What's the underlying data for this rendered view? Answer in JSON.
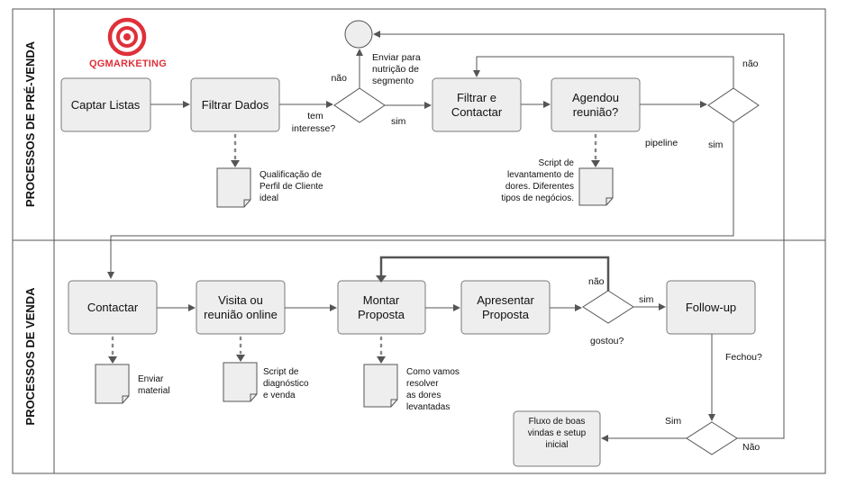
{
  "brand": {
    "logo_text": "QGMARKETING",
    "color": "#e0303a"
  },
  "lanes": {
    "pre_venda": "PROCESSOS DE PRÉ-VENDA",
    "venda": "PROCESSOS DE VENDA"
  },
  "pre": {
    "captar": "Captar Listas",
    "filtrar": "Filtrar Dados",
    "filtrar_contactar": [
      "Filtrar e",
      "Contactar"
    ],
    "agendou": [
      "Agendou",
      "reunião?"
    ],
    "nutricao": [
      "Enviar para",
      "nutrição de",
      "segmento"
    ],
    "tem_interesse": [
      "tem",
      "interesse?"
    ],
    "nao_1": "não",
    "sim_1": "sim",
    "nao_2": "não",
    "sim_2": "sim",
    "pipeline": "pipeline",
    "doc_qualificacao": [
      "Qualificação de",
      "Perfil de Cliente",
      "ideal"
    ],
    "doc_script": [
      "Script de",
      "levantamento de",
      "dores. Diferentes",
      "tipos de negócios."
    ]
  },
  "venda": {
    "contactar": "Contactar",
    "visita": [
      "Visita ou",
      "reunião online"
    ],
    "montar": [
      "Montar",
      "Proposta"
    ],
    "apresentar": [
      "Apresentar",
      "Proposta"
    ],
    "followup": "Follow-up",
    "fluxo": [
      "Fluxo de boas",
      "vindas e setup",
      "inicial"
    ],
    "nao_gostou": "não",
    "sim_gostou": "sim",
    "gostou": "gostou?",
    "fechou": "Fechou?",
    "sim_fechou": "Sim",
    "nao_fechou": "Não",
    "doc_material": [
      "Enviar",
      "material"
    ],
    "doc_script": [
      "Script de",
      "diagnóstico",
      "e venda"
    ],
    "doc_resolver": [
      "Como vamos",
      "resolver",
      "as dores",
      "levantadas"
    ]
  }
}
